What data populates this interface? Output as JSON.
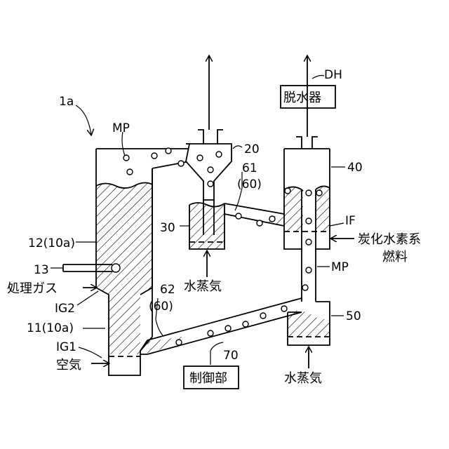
{
  "labels": {
    "device": "1a",
    "mp_top": "MP",
    "mp_right": "MP",
    "cyclone": "20",
    "pipe_upper_num": "61",
    "pipe_upper_group": "(60)",
    "pipe_lower_num": "62",
    "pipe_lower_group": "(60)",
    "seal_left": "30",
    "column_right": "40",
    "seal_right": "50",
    "dehydrator_ref": "DH",
    "dehydrator": "脱水器",
    "upper_body": "12(10a)",
    "lower_body": "11(10a)",
    "nozzle": "13",
    "process_gas": "処理ガス",
    "ig2": "IG2",
    "ig1": "IG1",
    "air": "空気",
    "steam_left": "水蒸気",
    "steam_right": "水蒸気",
    "interface": "IF",
    "fuel_line1": "炭化水素系",
    "fuel_line2": "燃料",
    "controller_ref": "70",
    "controller": "制御部"
  },
  "colors": {
    "line": "#000000",
    "background": "#ffffff"
  }
}
